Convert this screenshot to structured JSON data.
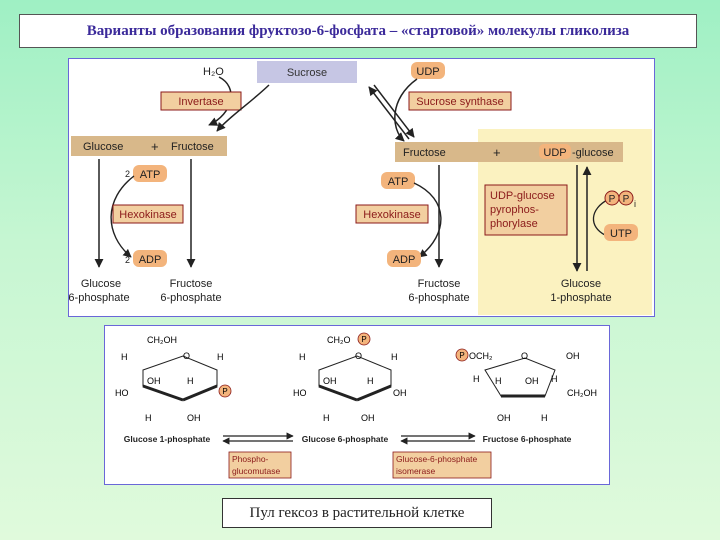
{
  "header": {
    "title": "Варианты образования фруктозо-6-фосфата – «стартовой» молекулы гликолиза"
  },
  "top": {
    "h2o": "H₂O",
    "sucrose": "Sucrose",
    "udp_top": "UDP",
    "invertase": "Invertase",
    "sucrose_synthase": "Sucrose synthase",
    "glucose": "Glucose",
    "plus_left": "+",
    "fructose_left": "Fructose",
    "fructose_right": "Fructose",
    "plus_right": "+",
    "udp_glucose_udp": "UDP",
    "udp_glucose_rest": "-glucose",
    "two_left": "2",
    "atp_left": "ATP",
    "hexokinase_left": "Hexokinase",
    "adp_two": "2",
    "adp_left": "ADP",
    "atp_right": "ATP",
    "hexokinase_right": "Hexokinase",
    "adp_right": "ADP",
    "ugpp_line1": "UDP-glucose",
    "ugpp_line2": "pyrophos-",
    "ugpp_line3": "phorylase",
    "ppi_p1": "P",
    "ppi_p2": "P",
    "ppi_i": "i",
    "utp": "UTP",
    "g6p_left_1": "Glucose",
    "g6p_left_2": "6-phosphate",
    "f6p_left_1": "Fructose",
    "f6p_left_2": "6-phosphate",
    "f6p_right_1": "Fructose",
    "f6p_right_2": "6-phosphate",
    "g1p_1": "Glucose",
    "g1p_2": "1-phosphate"
  },
  "bottom": {
    "g1p_ch2oh": "CH₂OH",
    "g1p_ring_o": "O",
    "g6p_ch2o": "CH₂O",
    "f6p_poch2": "OCH₂",
    "f6p_ring_o": "O",
    "f6p_oh_top": "OH",
    "f6p_ch2oh": "CH₂OH",
    "h": "H",
    "oh": "OH",
    "ho": "HO",
    "p": "P",
    "label_g1p": "Glucose 1-phosphate",
    "label_g6p": "Glucose 6-phosphate",
    "label_f6p": "Fructose 6-phosphate",
    "pgm_1": "Phospho-",
    "pgm_2": "glucomutase",
    "gpi_1": "Glucose-6-phosphate",
    "gpi_2": "isomerase"
  },
  "footer": {
    "caption": "Пул гексоз в растительной клетке"
  },
  "colors": {
    "box": "#f2cfa0",
    "tan": "#d8b88a",
    "sucrose_box": "#c6c6e4",
    "highlight": "#fbf2c0",
    "cofactor": "#f3b47c",
    "label": "#8b1a1a",
    "title": "#3b2a9a"
  }
}
